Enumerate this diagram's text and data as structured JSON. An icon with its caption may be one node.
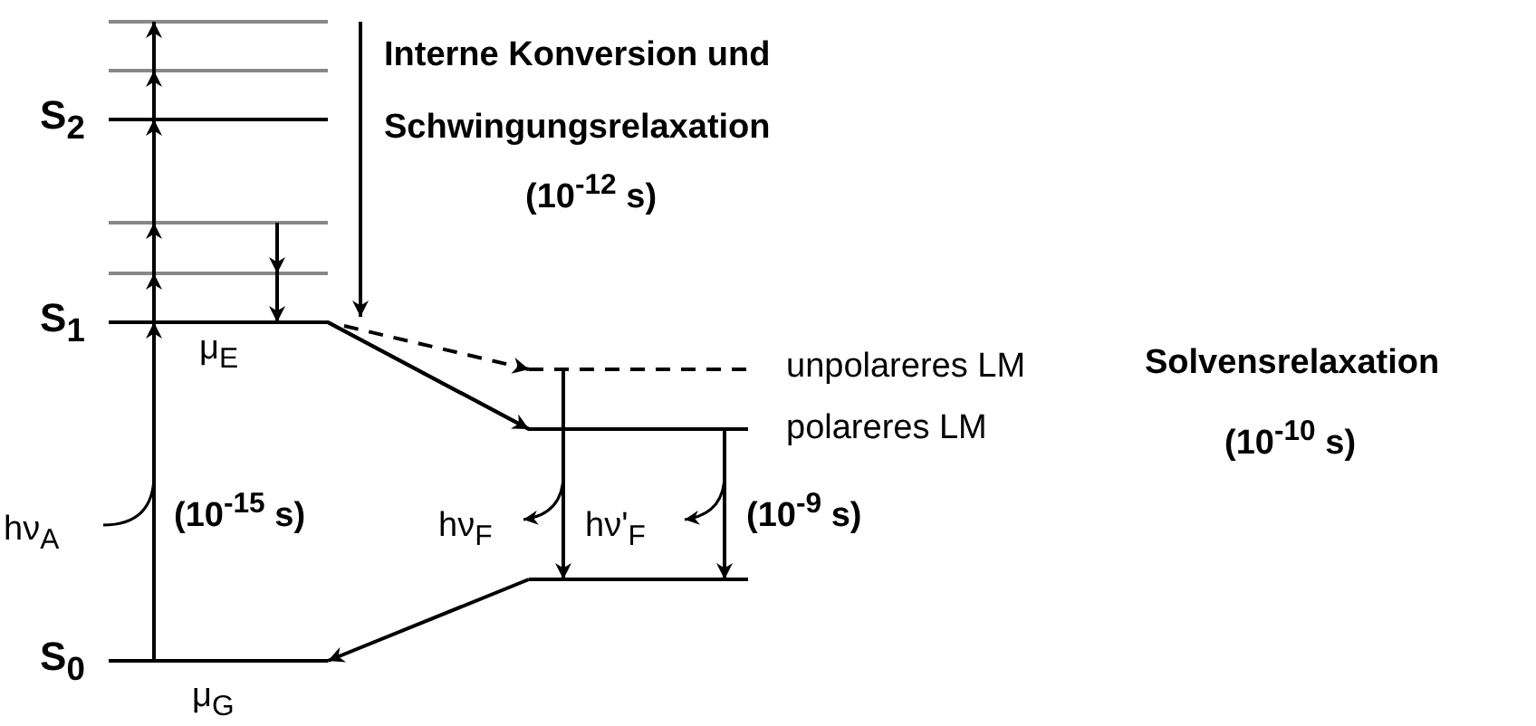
{
  "diagram": {
    "labels": [
      "Interne Konversion und Schwingungsrelaxation",
      "(10$^{-12}$ s)",
      "S$_{2}$",
      "S$_{1}$",
      "μ$_{E}$",
      "unpolareres LM",
      "Solvensrelaxation",
      "polareres LM",
      "(10$^{-10}$ s)",
      "hν$_{A}$",
      "(10$^{-15}$ s)",
      "hν$_{F}$",
      "hν'$_{F}$",
      "(10$^{-9}$ s)",
      "S$_{0}$",
      "μ$_{G}$"
    ]
  }
}
